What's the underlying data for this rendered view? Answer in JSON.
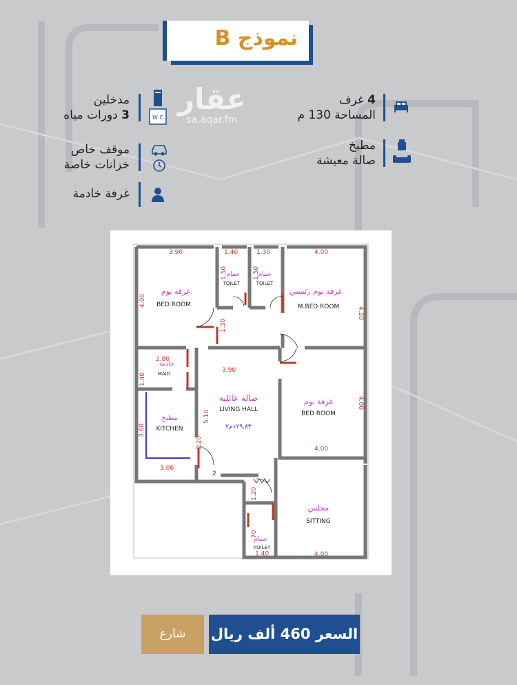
{
  "header": {
    "title": "نموذج B"
  },
  "watermark": {
    "brand": "عقار",
    "url": "sa.aqar.fm"
  },
  "features_right": [
    {
      "line1_prefix": "4",
      "line1_text": " غرف",
      "line2": "المساحة 130 م"
    },
    {
      "line1_prefix": "",
      "line1_text": "مطبخ",
      "line2": "صالة معيشة"
    }
  ],
  "features_left": [
    {
      "line1": "مدخلين",
      "line2_prefix": "3",
      "line2_text": " دورات مياه"
    },
    {
      "line1": "موقف خاص",
      "line2": "خزانات خاصة"
    },
    {
      "line1": "غرفة خادمة"
    }
  ],
  "icons": {
    "wc_label": "W C",
    "bed": "bed-icon",
    "wc": "wc-icon",
    "car": "car-icon",
    "tank": "tank-icon",
    "person": "person-icon",
    "kitchen": "kitchen-icon",
    "sofa": "sofa-icon"
  },
  "floor_plan": {
    "dims": {
      "d390": "3.90",
      "d140a": "1.40",
      "d130a": "1.30",
      "d400a": "4.00",
      "d400v": "4.00",
      "d420v": "4.20",
      "d150a": "1.50",
      "d150b": "1.50",
      "d130v": "1.30",
      "d280": "2.80",
      "d140v": "1.40",
      "d390b": "3.90",
      "d510": "5.10",
      "d400b": "4.00",
      "d400c": "4.00",
      "d400d": "4.00",
      "d360": "3.60",
      "d120a": "1.20",
      "d300": "3.00",
      "d2": "2",
      "d120b": "1.20",
      "d70": "70",
      "d140b": "1.40",
      "d400e": "4.00"
    },
    "rooms": {
      "bed1_ar": "غرفة نوم",
      "bed1_en": "BED ROOM",
      "master_ar": "غرفة نوم رئيسي",
      "master_en": "M.BED ROOM",
      "toilet1_ar": "حمام",
      "toilet1_en": "TOILET",
      "toilet2_ar": "حمام",
      "toilet2_en": "TOILET",
      "maid_ar": "خادمة",
      "maid_en": "MAID",
      "living_ar": "صالة عائلية",
      "living_en": "LIVING HALL",
      "area_note": "١٢٩,٨٣م٢",
      "kitchen_ar": "مطبخ",
      "kitchen_en": "KITCHEN",
      "bed2_ar": "غرفة نوم",
      "bed2_en": "BED ROOM",
      "sitting_ar": "مجلس",
      "sitting_en": "SITTING",
      "toilet3_ar": "حمام",
      "toilet3_en": "TOILET"
    }
  },
  "footer": {
    "price": "السعر 460 ألف ريال",
    "street": "شارع"
  },
  "colors": {
    "brand_blue": "#1f4f91",
    "gold": "#d8902a",
    "street_btn": "#c9a063",
    "background": "#c9cacc"
  }
}
